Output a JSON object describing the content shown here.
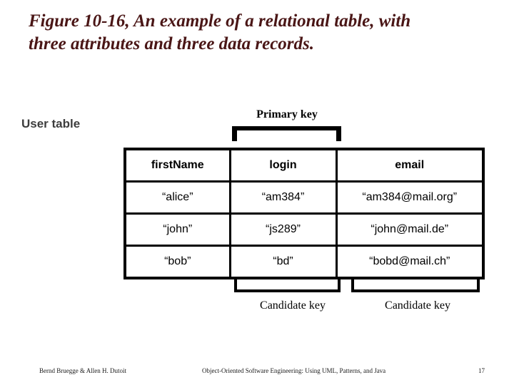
{
  "title": {
    "line1": "Figure 10-16, An example of a relational table, with",
    "line2": "three attributes and three data records."
  },
  "labels": {
    "user_table": "User table",
    "primary_key": "Primary key",
    "candidate_key_1": "Candidate key",
    "candidate_key_2": "Candidate key"
  },
  "table": {
    "columns": [
      "firstName",
      "login",
      "email"
    ],
    "rows": [
      [
        "“alice”",
        "“am384”",
        "“am384@mail.org”"
      ],
      [
        "“john”",
        "“js289”",
        "“john@mail.de”"
      ],
      [
        "“bob”",
        "“bd”",
        "“bobd@mail.ch”"
      ]
    ]
  },
  "footer": {
    "left": "Bernd Bruegge & Allen H. Dutoit",
    "center": "Object-Oriented Software Engineering: Using UML, Patterns, and Java",
    "page_number": "17"
  },
  "colors": {
    "title_text": "#4a1616",
    "user_table_label": "#3d3d3d",
    "table_lines": "#000000",
    "body_text": "#000000",
    "background": "#ffffff"
  }
}
